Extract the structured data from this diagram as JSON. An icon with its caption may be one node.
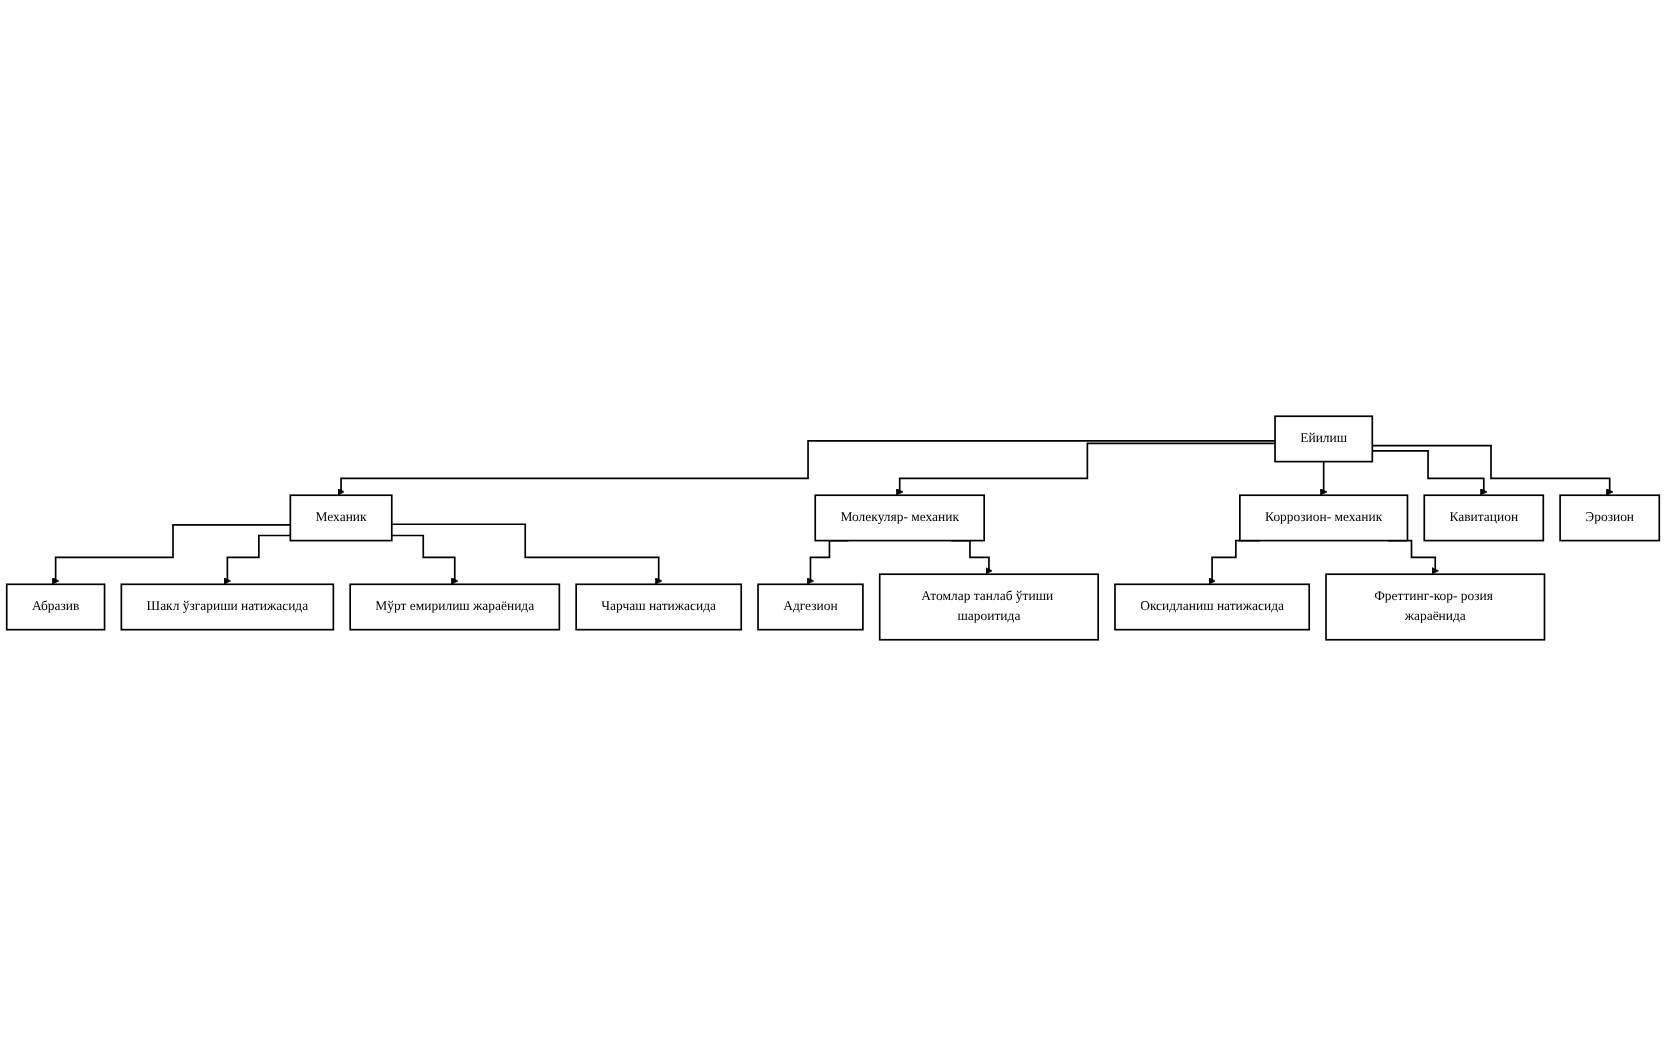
{
  "diagram": {
    "nodes": [
      {
        "text": [
          "Ейилиш"
        ]
      },
      {
        "text": [
          "Механик"
        ]
      },
      {
        "text": [
          "Молекуляр- механик"
        ]
      },
      {
        "text": [
          "Коррозион- механик"
        ]
      },
      {
        "text": [
          "Абразив"
        ]
      },
      {
        "text": [
          "Шакл ўзгариши натижасида"
        ]
      },
      {
        "text": [
          "Мўрт емирилиш жараёнида"
        ]
      },
      {
        "text": [
          "Чарчаш натижасида"
        ]
      },
      {
        "text": [
          "Адгезион"
        ]
      },
      {
        "text": [
          "Атомлар танлаб ўтиши шароитида"
        ]
      },
      {
        "text": [
          "Оксидланиш натижасида"
        ]
      },
      {
        "text": [
          "Фреттинг-кор- розия жараёнида"
        ]
      },
      {
        "text": [
          "Кавитацион"
        ]
      },
      {
        "text": [
          "Эрозион"
        ]
      }
    ],
    "edges": [
      {
        "from": 0,
        "to": 1,
        "arrow": "to"
      },
      {
        "from": 0,
        "to": 2,
        "arrow": "to"
      },
      {
        "from": 0,
        "to": 3,
        "arrow": "to"
      },
      {
        "from": 0,
        "to": 12,
        "arrow": "to"
      },
      {
        "from": 0,
        "to": 13,
        "arrow": "to"
      },
      {
        "from": 1,
        "to": 4,
        "arrow": "to"
      },
      {
        "from": 1,
        "to": 5,
        "arrow": "to"
      },
      {
        "from": 1,
        "to": 6,
        "arrow": "to"
      },
      {
        "from": 1,
        "to": 7,
        "arrow": "to"
      },
      {
        "from": 2,
        "to": 8,
        "arrow": "to"
      },
      {
        "from": 2,
        "to": 9,
        "arrow": "to"
      },
      {
        "from": 3,
        "to": 10,
        "arrow": "to"
      },
      {
        "from": 3,
        "to": 11,
        "arrow": "to"
      }
    ]
  }
}
